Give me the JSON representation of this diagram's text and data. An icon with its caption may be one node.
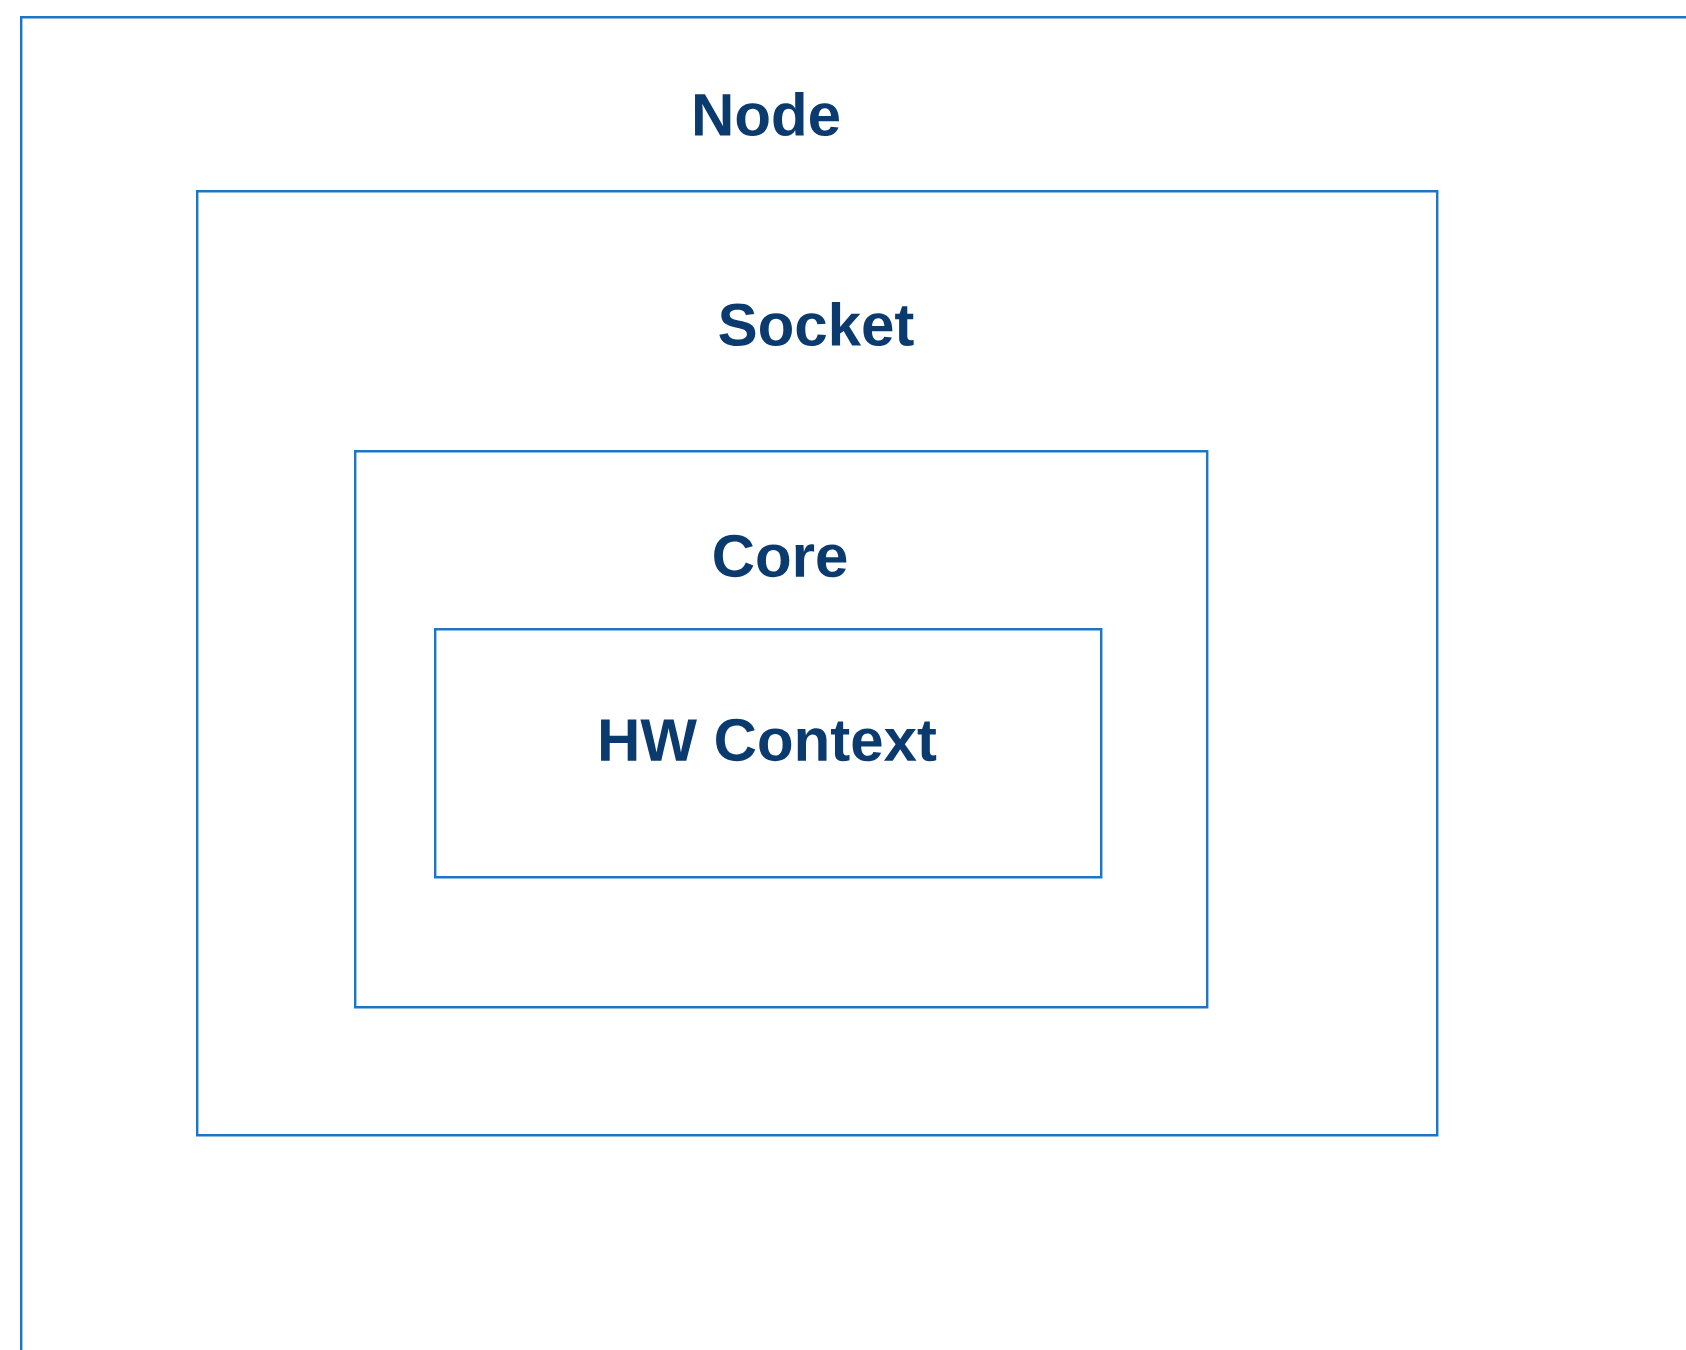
{
  "diagram": {
    "nodes": [
      {
        "text": [
          "Node"
        ]
      },
      {
        "text": [
          "Socket"
        ],
        "in": 0
      },
      {
        "text": [
          "Core"
        ],
        "in": 1
      },
      {
        "text": [
          "HW Context"
        ],
        "in": 2
      }
    ]
  }
}
